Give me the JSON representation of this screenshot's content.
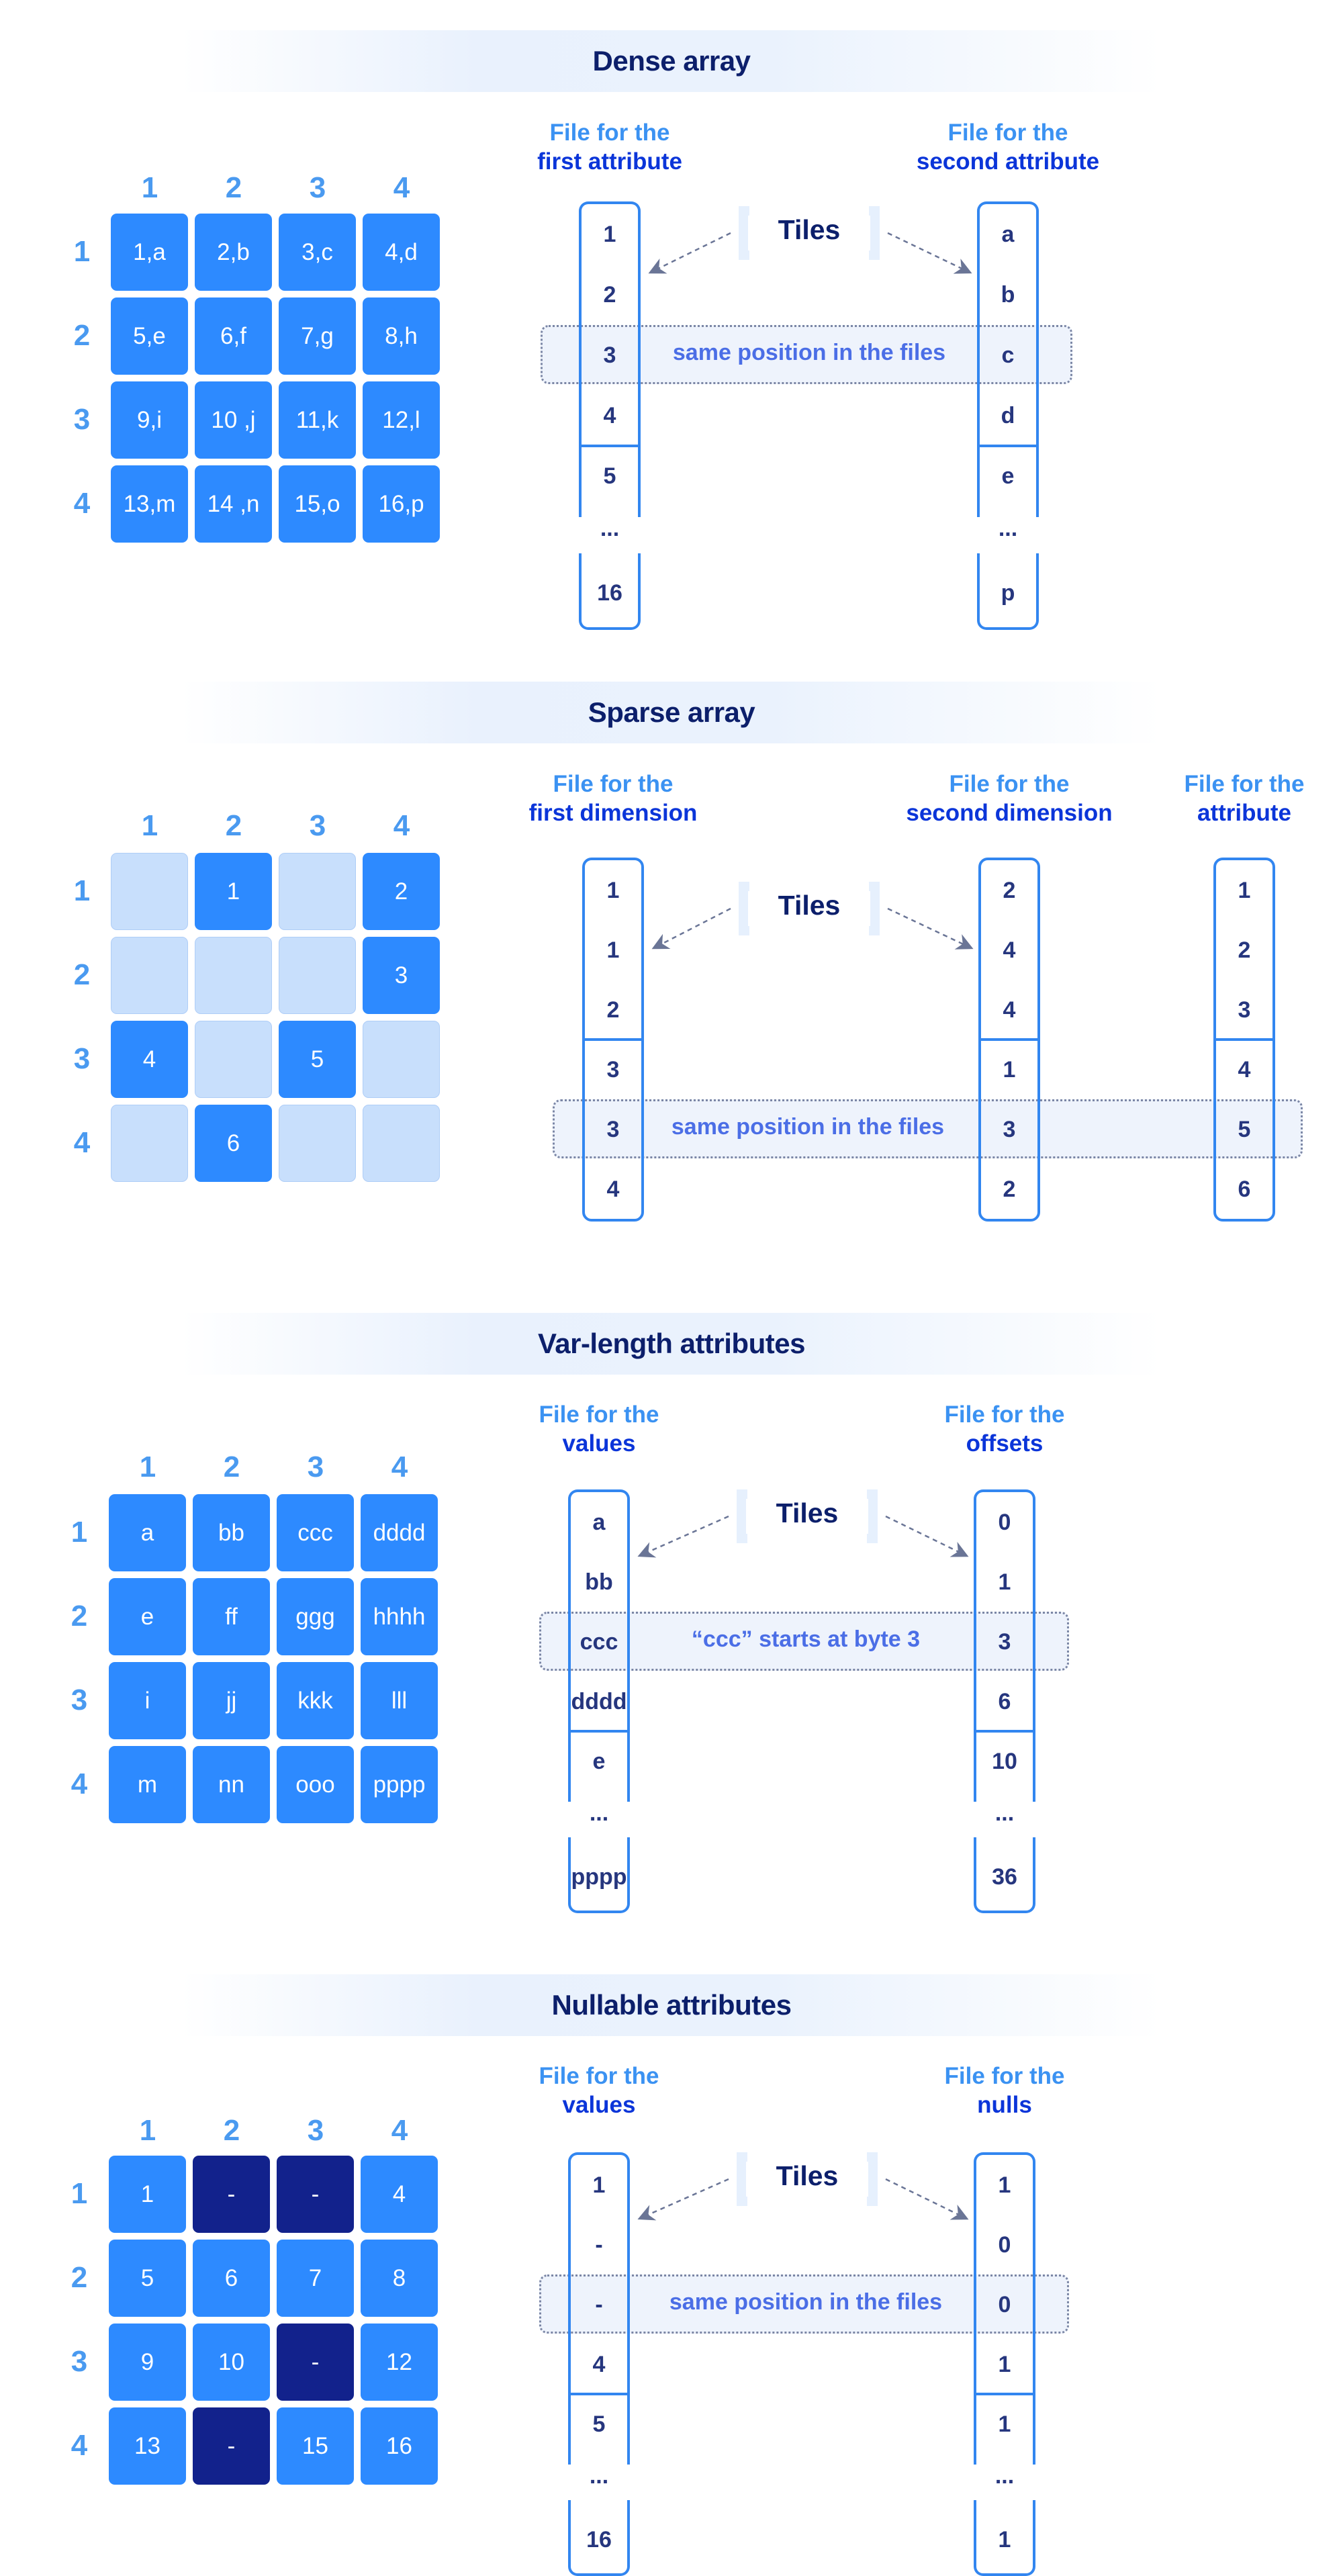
{
  "tiles_label": "Tiles",
  "file_prefix": "File for the",
  "grid_axis_labels": [
    "1",
    "2",
    "3",
    "4"
  ],
  "colors": {
    "cell_filled": "#2d8aff",
    "cell_empty": "#c8dffc",
    "cell_null": "#12228c",
    "title_text": "#0c1f6b",
    "file_header_prefix": "#3b92f2",
    "file_header_name": "#0b35d9",
    "file_border": "#3286f0",
    "file_text": "#26367e",
    "highlight_text": "#4b6ee6"
  },
  "sections": {
    "dense": {
      "title": "Dense array",
      "grid": [
        [
          "1,a",
          "2,b",
          "3,c",
          "4,d"
        ],
        [
          "5,e",
          "6,f",
          "7,g",
          "8,h"
        ],
        [
          "9,i",
          "10 ,j",
          "11,k",
          "12,l"
        ],
        [
          "13,m",
          "14 ,n",
          "15,o",
          "16,p"
        ]
      ],
      "files": [
        {
          "name": "first attribute",
          "items": [
            "1",
            "2",
            "3",
            "4",
            "5"
          ],
          "ellipsis": "...",
          "last": "16"
        },
        {
          "name": "second attribute",
          "items": [
            "a",
            "b",
            "c",
            "d",
            "e"
          ],
          "ellipsis": "...",
          "last": "p"
        }
      ],
      "highlight_text": "same position in the files"
    },
    "sparse": {
      "title": "Sparse array",
      "grid": [
        [
          "",
          "1",
          "",
          "2"
        ],
        [
          "",
          "",
          "",
          "3"
        ],
        [
          "4",
          "",
          "5",
          ""
        ],
        [
          "",
          "6",
          "",
          ""
        ]
      ],
      "files": [
        {
          "name": "first dimension",
          "items": [
            "1",
            "1",
            "2",
            "3",
            "3",
            "4"
          ]
        },
        {
          "name": "second dimension",
          "items": [
            "2",
            "4",
            "4",
            "1",
            "3",
            "2"
          ]
        },
        {
          "name": "attribute",
          "items": [
            "1",
            "2",
            "3",
            "4",
            "5",
            "6"
          ]
        }
      ],
      "highlight_text": "same position in the files"
    },
    "varlen": {
      "title": "Var-length attributes",
      "grid": [
        [
          "a",
          "bb",
          "ccc",
          "dddd"
        ],
        [
          "e",
          "ff",
          "ggg",
          "hhhh"
        ],
        [
          "i",
          "jj",
          "kkk",
          "lll"
        ],
        [
          "m",
          "nn",
          "ooo",
          "pppp"
        ]
      ],
      "files": [
        {
          "name": "values",
          "items": [
            "a",
            "bb",
            "ccc",
            "dddd",
            "e"
          ],
          "ellipsis": "...",
          "last": "pppp"
        },
        {
          "name": "offsets",
          "items": [
            "0",
            "1",
            "3",
            "6",
            "10"
          ],
          "ellipsis": "...",
          "last": "36"
        }
      ],
      "highlight_text": "“ccc” starts at byte 3"
    },
    "nullable": {
      "title": "Nullable attributes",
      "grid": [
        [
          "1",
          "-",
          "-",
          "4"
        ],
        [
          "5",
          "6",
          "7",
          "8"
        ],
        [
          "9",
          "10",
          "-",
          "12"
        ],
        [
          "13",
          "-",
          "15",
          "16"
        ]
      ],
      "null_cells": [
        [
          0,
          1
        ],
        [
          0,
          2
        ],
        [
          2,
          2
        ],
        [
          3,
          1
        ]
      ],
      "files": [
        {
          "name": "values",
          "items": [
            "1",
            "-",
            "-",
            "4",
            "5"
          ],
          "ellipsis": "...",
          "last": "16"
        },
        {
          "name": "nulls",
          "items": [
            "1",
            "0",
            "0",
            "1",
            "1"
          ],
          "ellipsis": "...",
          "last": "1"
        }
      ],
      "highlight_text": "same position in the files"
    }
  }
}
